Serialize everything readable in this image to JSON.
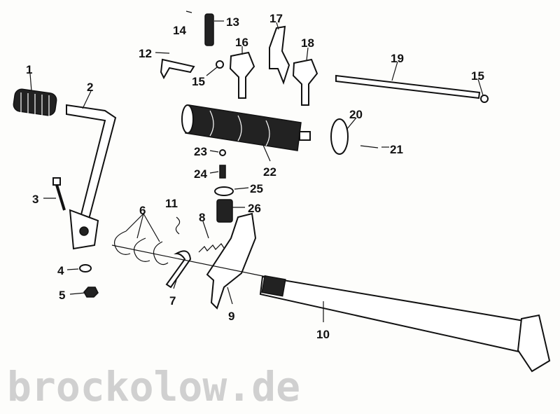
{
  "diagram": {
    "title": "Gear shift mechanism exploded view",
    "watermark": "brockolow.de",
    "labels": [
      "1",
      "2",
      "3",
      "4",
      "5",
      "6",
      "7",
      "8",
      "9",
      "10",
      "11",
      "12",
      "13",
      "14",
      "15",
      "15",
      "16",
      "17",
      "18",
      "19",
      "20",
      "21",
      "22",
      "23",
      "24",
      "25",
      "26"
    ]
  }
}
